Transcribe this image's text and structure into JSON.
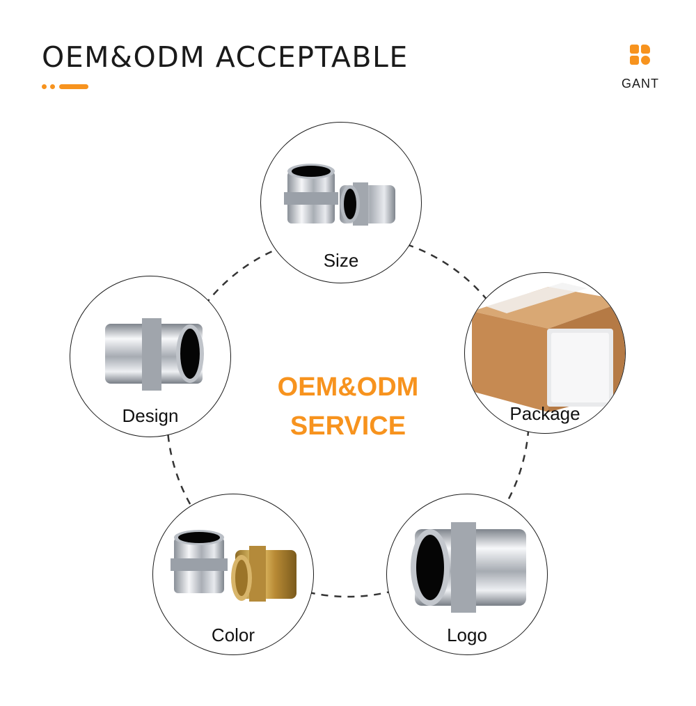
{
  "header": {
    "title": "OEM&ODM ACCEPTABLE"
  },
  "brand": {
    "name": "GANT"
  },
  "center": {
    "line1": "OEM&ODM",
    "line2": "SERVICE"
  },
  "nodes": {
    "size": {
      "label": "Size"
    },
    "design": {
      "label": "Design"
    },
    "package": {
      "label": "Package"
    },
    "color": {
      "label": "Color"
    },
    "logo": {
      "label": "Logo"
    }
  },
  "colors": {
    "accent": "#f7931e",
    "brass": "#c9a24a",
    "chrome": "#c8ccd2",
    "box": "#c9915a"
  },
  "icons": {
    "size": "two-chrome-nipple-fittings",
    "design": "chrome-nipple-fitting",
    "package": "cardboard-box-and-poly-bag",
    "color": "chrome-and-brass-fittings",
    "logo": "chrome-nipple-fitting-large"
  }
}
